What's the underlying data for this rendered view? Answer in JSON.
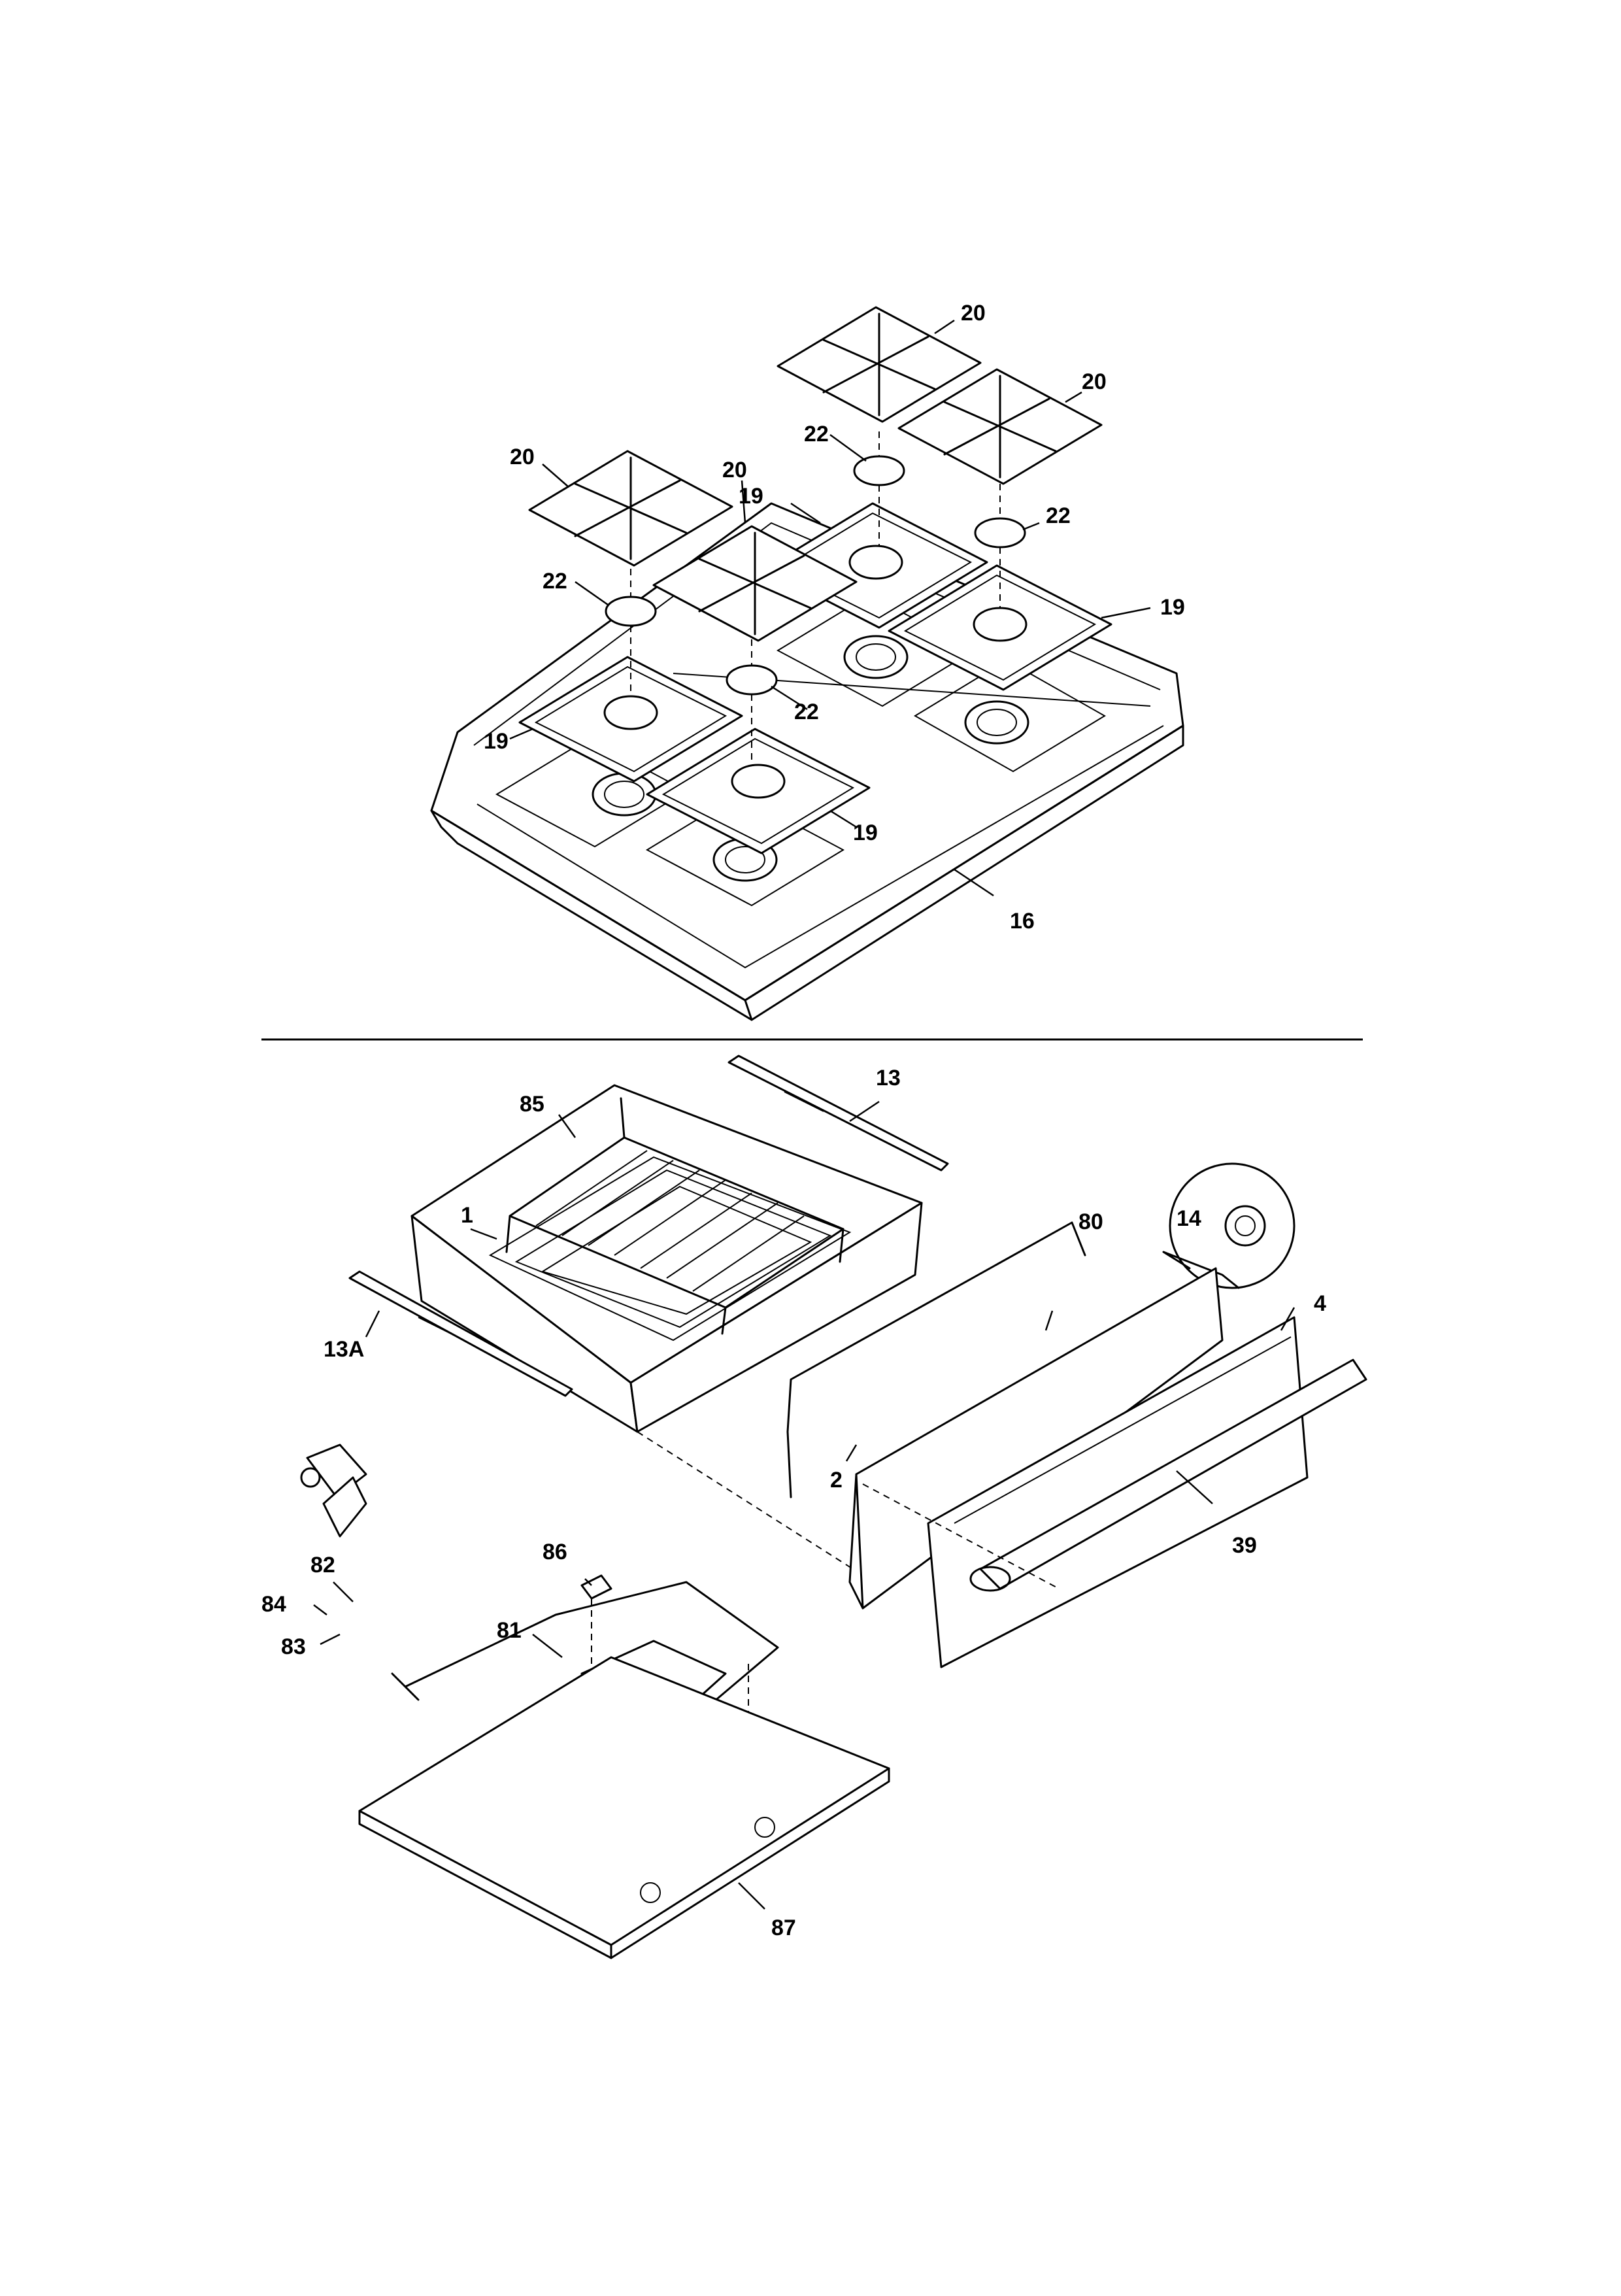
{
  "callouts": {
    "c20a": "20",
    "c20b": "20",
    "c20c": "20",
    "c20d": "20",
    "c22a": "22",
    "c22b": "22",
    "c22c": "22",
    "c22d": "22",
    "c19a": "19",
    "c19b": "19",
    "c19c": "19",
    "c19d": "19",
    "c16": "16",
    "c13": "13",
    "c85": "85",
    "c1": "1",
    "c13A": "13A",
    "c14": "14",
    "c80": "80",
    "c4": "4",
    "c39": "39",
    "c2": "2",
    "c82": "82",
    "c84": "84",
    "c83": "83",
    "c86": "86",
    "c81": "81",
    "c87": "87"
  }
}
